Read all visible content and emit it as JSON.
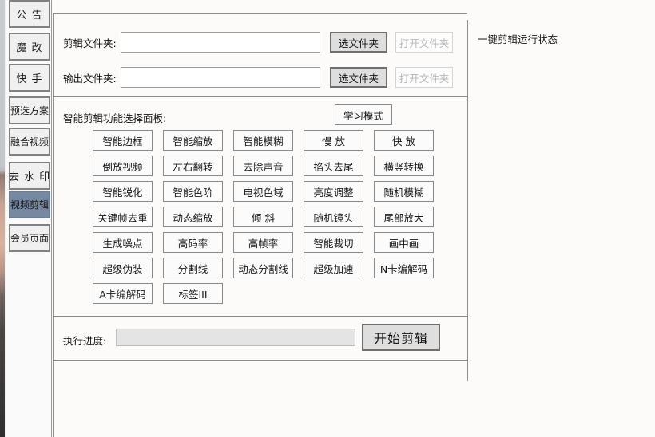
{
  "sidebar": {
    "items": [
      {
        "label": "公 告",
        "name": "sidebar-item-announcement",
        "selected": false
      },
      {
        "label": "魔 改",
        "name": "sidebar-item-modify",
        "selected": false
      },
      {
        "label": "快 手",
        "name": "sidebar-item-kuaishou",
        "selected": false
      },
      {
        "label": "预选方案",
        "name": "sidebar-item-preset",
        "selected": false
      },
      {
        "label": "融合视频",
        "name": "sidebar-item-merge-video",
        "selected": false
      },
      {
        "label": "去 水 印",
        "name": "sidebar-item-watermark",
        "selected": false
      },
      {
        "label": "视频剪辑",
        "name": "sidebar-item-video-edit",
        "selected": true
      },
      {
        "label": "会员页面",
        "name": "sidebar-item-membership",
        "selected": false
      }
    ]
  },
  "folders": {
    "rows": [
      {
        "label": "剪辑文件夹:",
        "value": "",
        "placeholder": "",
        "pick_label": "选文件夹",
        "open_label": "打开文件夹",
        "open_disabled": true
      },
      {
        "label": "输出文件夹:",
        "value": "",
        "placeholder": "",
        "pick_label": "选文件夹",
        "open_label": "打开文件夹",
        "open_disabled": true
      }
    ]
  },
  "features": {
    "title": "智能剪辑功能选择面板:",
    "learn_mode_label": "学习模式",
    "buttons": [
      "智能边框",
      "智能缩放",
      "智能模糊",
      "慢  放",
      "快  放",
      "倒放视频",
      "左右翻转",
      "去除声音",
      "掐头去尾",
      "横竖转换",
      "智能锐化",
      "智能色阶",
      "电视色域",
      "亮度调整",
      "随机模糊",
      "关键帧去重",
      "动态缩放",
      "倾  斜",
      "随机镜头",
      "尾部放大",
      "生成噪点",
      "高码率",
      "高帧率",
      "智能裁切",
      "画中画",
      "超级伪装",
      "分割线",
      "动态分割线",
      "超级加速",
      "N卡编解码",
      "A卡编解码",
      "标签III"
    ]
  },
  "progress": {
    "label": "执行进度:",
    "percent": 0,
    "start_label": "开始剪辑"
  },
  "status": {
    "title": "一键剪辑运行状态"
  },
  "colors": {
    "selected_sidebar": "#7689a1",
    "panel_background": "#fdfbfa",
    "border": "#8e8e8e",
    "progress_track": "#e4e4e4"
  }
}
